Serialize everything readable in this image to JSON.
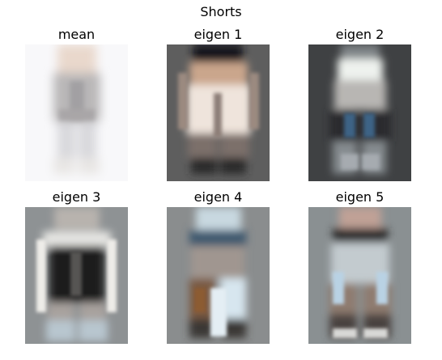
{
  "figure": {
    "title": "Shorts"
  },
  "panels": [
    {
      "label": "mean",
      "tone": "light",
      "background": "#f8f8fa"
    },
    {
      "label": "eigen 1",
      "tone": "warm",
      "background": "#5e5e5e"
    },
    {
      "label": "eigen 2",
      "tone": "dark",
      "background": "#3f4143"
    },
    {
      "label": "eigen 3",
      "tone": "dark-shorts",
      "background": "#8e9294"
    },
    {
      "label": "eigen 4",
      "tone": "blue-brown",
      "background": "#8a8d8e"
    },
    {
      "label": "eigen 5",
      "tone": "mixed",
      "background": "#8a9092"
    }
  ]
}
